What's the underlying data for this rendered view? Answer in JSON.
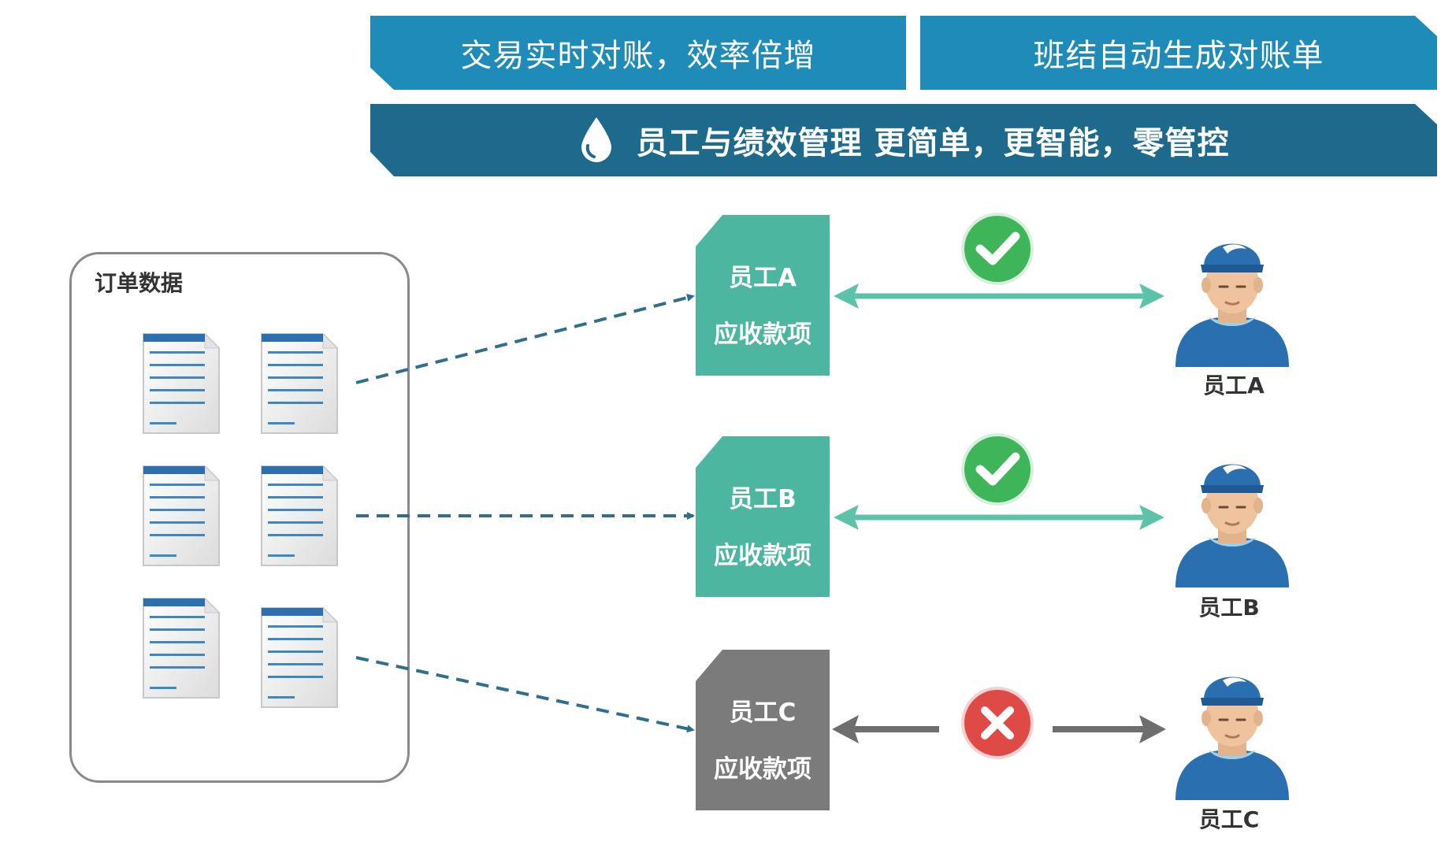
{
  "colors": {
    "banner_primary": "#1f8bb8",
    "banner_dark": "#1e6a8c",
    "teal": "#4db6a0",
    "gray": "#7b7b7b",
    "arrow_teal": "#5cc2a8",
    "arrow_gray": "#6e6e6e",
    "dash_blue": "#2e6f8e",
    "check_green": "#3fb55a",
    "cross_red": "#e04a46"
  },
  "banners": [
    {
      "label": "交易实时对账，效率倍增"
    },
    {
      "label": "班结自动生成对账单"
    },
    {
      "label": "员工与绩效管理 更简单，更智能，零管控",
      "icon": "water-drop-icon"
    }
  ],
  "order_box": {
    "title": "订单数据",
    "document_count": 6,
    "icon": "document-icon"
  },
  "employees": [
    {
      "card_name": "员工A",
      "card_sub": "应收款项",
      "label": "员工A",
      "status": "check",
      "status_icon": "check-circle-icon",
      "card_color": "teal"
    },
    {
      "card_name": "员工B",
      "card_sub": "应收款项",
      "label": "员工B",
      "status": "check",
      "status_icon": "check-circle-icon",
      "card_color": "teal"
    },
    {
      "card_name": "员工C",
      "card_sub": "应收款项",
      "label": "员工C",
      "status": "cross",
      "status_icon": "cross-circle-icon",
      "card_color": "gray"
    }
  ]
}
